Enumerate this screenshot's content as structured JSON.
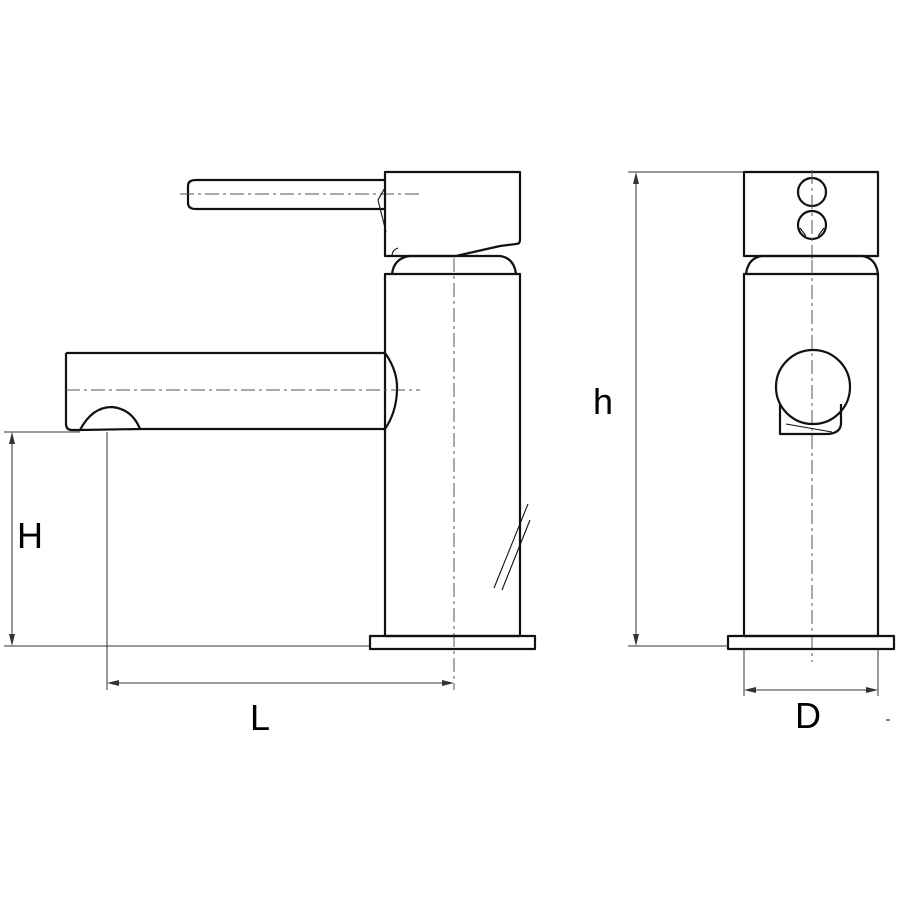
{
  "dimension_labels": {
    "spout_height": "H",
    "spout_reach": "L",
    "total_height": "h",
    "body_depth": "D"
  },
  "views": [
    "side-view",
    "front-view"
  ]
}
